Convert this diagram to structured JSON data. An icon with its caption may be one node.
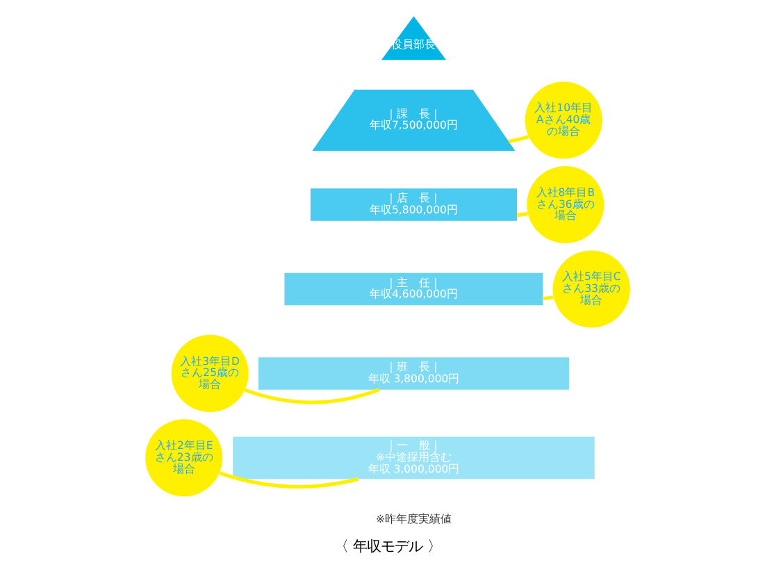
{
  "diagram": {
    "caption": "〈 年収モデル 〉",
    "nodes": [
      {
        "text": [
          "役員部長"
        ]
      },
      {
        "text": [
          "｜課　長｜",
          "年収7,500,000円"
        ]
      },
      {
        "text": [
          "｜店　長｜",
          "年収5,800,000円"
        ]
      },
      {
        "text": [
          "｜主　任｜",
          "年収4,600,000円"
        ]
      },
      {
        "text": [
          "｜班　長｜",
          "年収 3,800,000円"
        ]
      },
      {
        "text": [
          "｜一　般｜",
          "※中途採用含む",
          "年収 3,000,000円"
        ]
      },
      {
        "text": [
          "入社10年目Aさん40歳の場合"
        ]
      },
      {
        "text": [
          "入社8年目Bさん36歳の場合"
        ]
      },
      {
        "text": [
          "入社5年目Cさん33歳の場合"
        ]
      },
      {
        "text": [
          "入社3年目Dさん25歳の場合"
        ]
      },
      {
        "text": [
          "入社2年目Eさん23歳の場合"
        ]
      }
    ],
    "edges": [
      {
        "from": 6,
        "to": 1,
        "arrow": "none"
      },
      {
        "from": 7,
        "to": 2,
        "arrow": "none"
      },
      {
        "from": 8,
        "to": 3,
        "arrow": "none"
      },
      {
        "from": 9,
        "to": 4,
        "arrow": "none"
      },
      {
        "from": 10,
        "to": 5,
        "arrow": "none"
      }
    ],
    "labels": [
      "※昨年度実績値"
    ]
  }
}
